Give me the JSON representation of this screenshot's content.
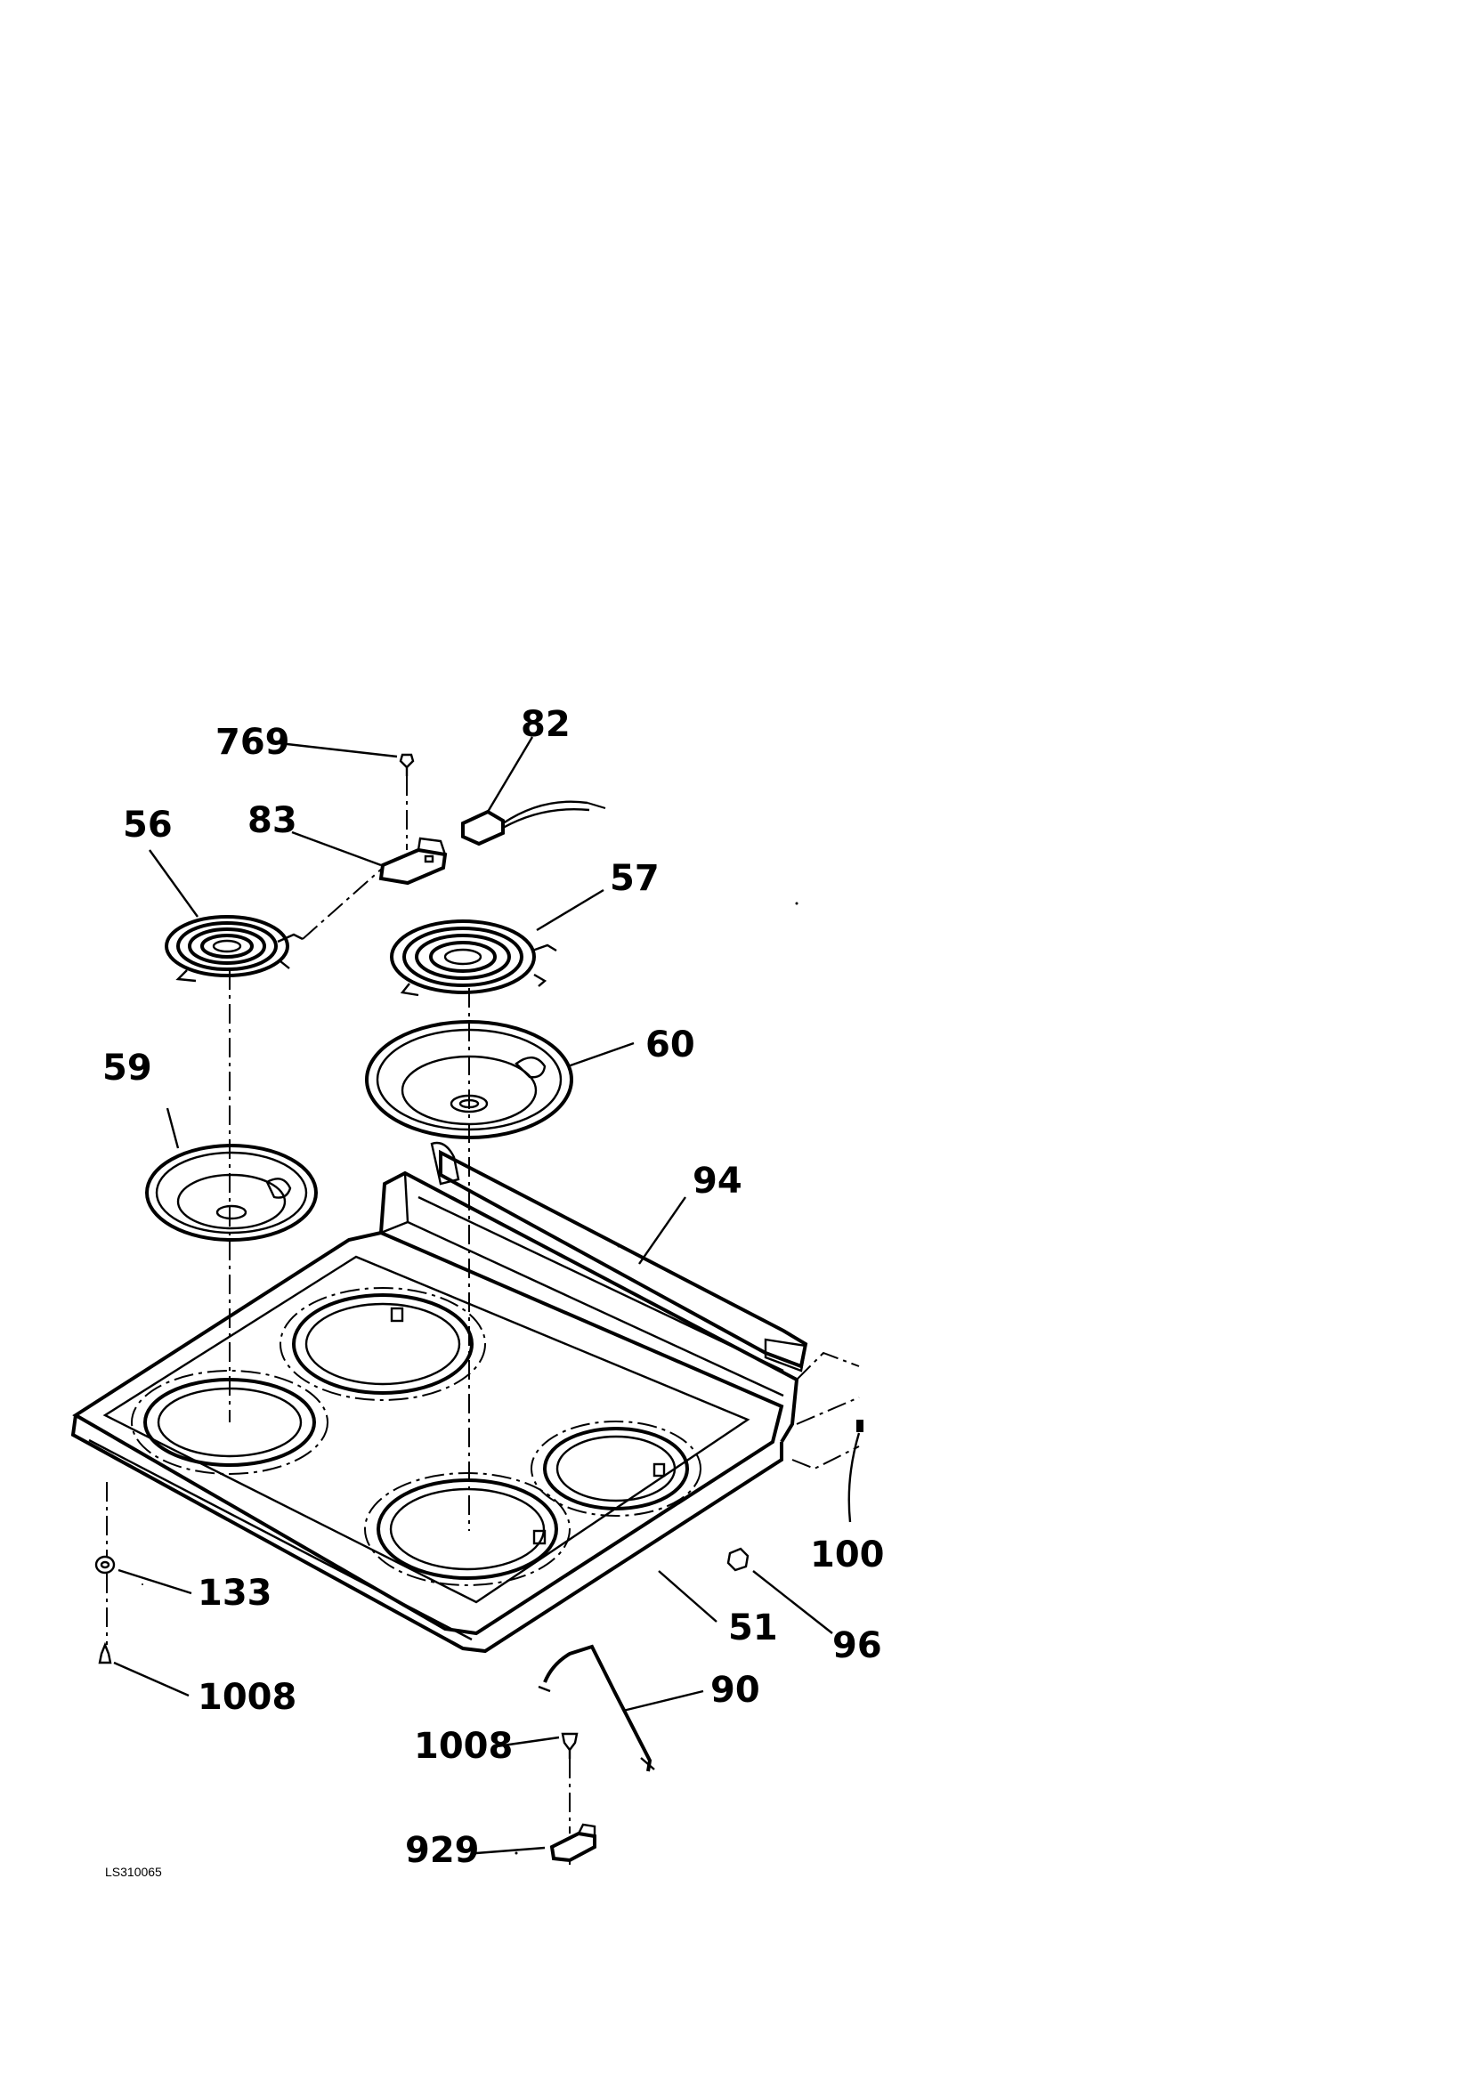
{
  "labels": {
    "p769": "769",
    "p82": "82",
    "p56": "56",
    "p83": "83",
    "p57": "57",
    "p59": "59",
    "p60": "60",
    "p94": "94",
    "p100": "100",
    "p133": "133",
    "p51": "51",
    "p96": "96",
    "p1008a": "1008",
    "p90": "90",
    "p1008b": "1008",
    "p929": "929"
  },
  "footer": {
    "code": "LS310065"
  }
}
